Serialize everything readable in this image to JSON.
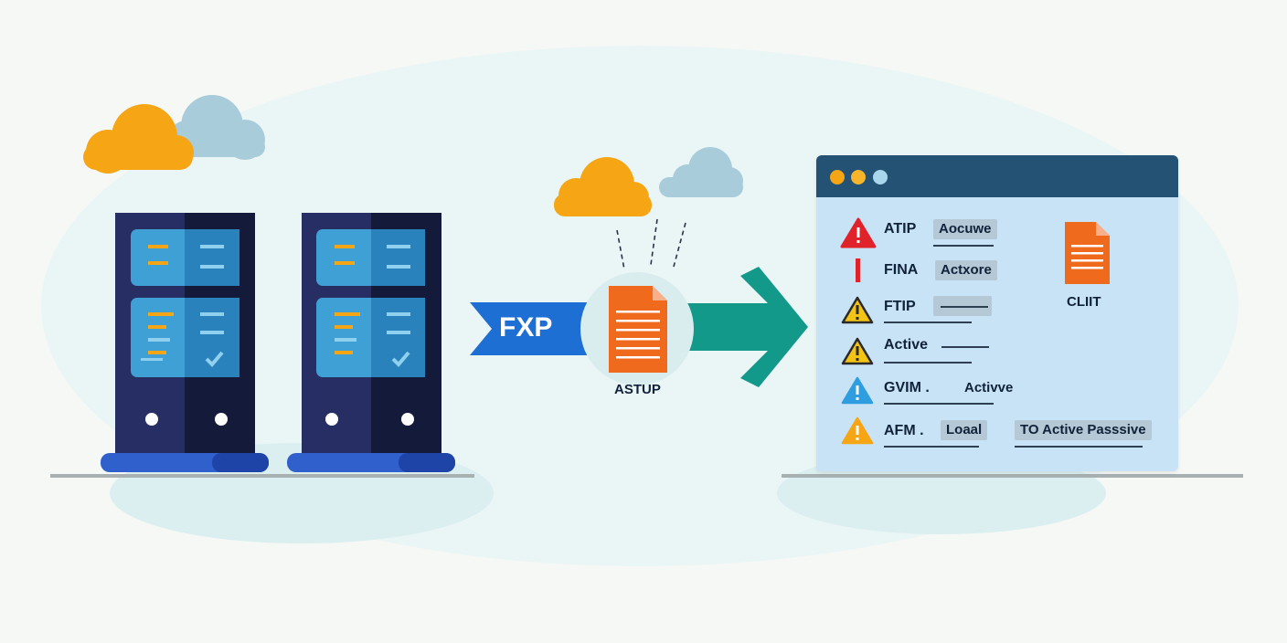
{
  "protocol_banner": {
    "label": "FXP"
  },
  "transfer_file": {
    "label": "ASTUP"
  },
  "client_window": {
    "rows": [
      {
        "label": "ATIP",
        "status": "Aocuwe",
        "icon": "warning-red-icon"
      },
      {
        "label": "FINA",
        "status": "Actxore",
        "icon": "error-bar-icon"
      },
      {
        "label": "FTIP",
        "status": "",
        "icon": "warning-yellow-icon"
      },
      {
        "label": "Active",
        "status": "",
        "icon": "warning-yellow-icon"
      },
      {
        "label": "GVIM .",
        "status": "Activve",
        "icon": "info-blue-icon"
      },
      {
        "label": "AFM .",
        "status": "Loaal",
        "icon": "warning-amber-icon"
      }
    ],
    "client_label": "CLIІT",
    "mode_label": "TO Active Passsive"
  },
  "colors": {
    "server_dark": "#262e63",
    "server_darker": "#141a3a",
    "panel_blue": "#3fa0d6",
    "base_blue": "#3060cc",
    "arrow_teal": "#12998a",
    "banner_blue": "#1d6fd3",
    "doc_orange": "#f06a1e",
    "cloud_orange": "#f6a514",
    "cloud_grey": "#a9ccda",
    "cloud_blue": "#2e72cf",
    "titlebar": "#245274",
    "window_bg": "#c8e3f6"
  }
}
